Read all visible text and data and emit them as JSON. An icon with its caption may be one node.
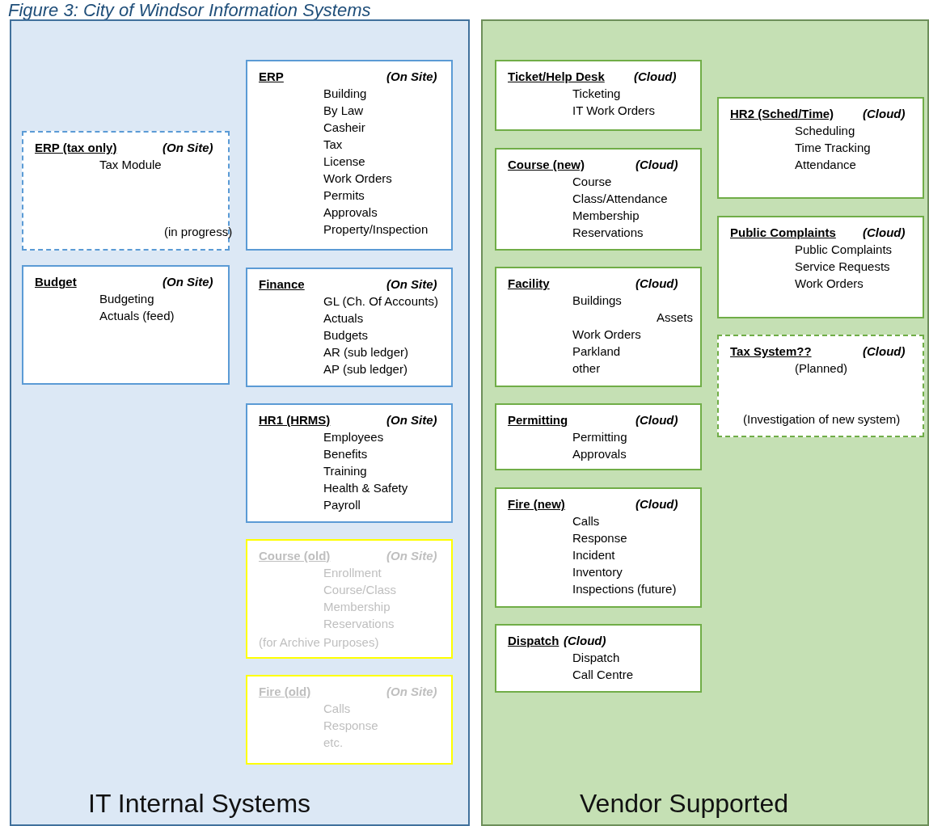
{
  "diagram": {
    "title": "Figure 3: City of Windsor Information Systems",
    "nodes": [
      {
        "text": [
          "IT Internal Systems"
        ]
      },
      {
        "text": [
          "ERP",
          "(On Site)",
          "Building",
          "By Law",
          "Casheir",
          "Tax",
          "License",
          "Work Orders",
          "Permits",
          "Approvals",
          "Property/Inspection"
        ],
        "in": 0
      },
      {
        "text": [
          "ERP (tax only)",
          "(On Site)",
          "Tax Module",
          "(in progress)"
        ],
        "in": 0
      },
      {
        "text": [
          "Budget",
          "(On Site)",
          "Budgeting",
          "Actuals (feed)"
        ],
        "in": 0
      },
      {
        "text": [
          "Finance",
          "(On Site)",
          "GL (Ch. Of Accounts)",
          "Actuals",
          "Budgets",
          "AR (sub ledger)",
          "AP (sub ledger)"
        ],
        "in": 0
      },
      {
        "text": [
          "HR1 (HRMS)",
          "(On Site)",
          "Employees",
          "Benefits",
          "Training",
          "Health & Safety",
          "Payroll"
        ],
        "in": 0
      },
      {
        "text": [
          "Course (old)",
          "(On Site)",
          "Enrollment",
          "Course/Class",
          "Membership",
          "Reservations",
          "(for Archive Purposes)"
        ],
        "in": 0
      },
      {
        "text": [
          "Fire (old)",
          "(On Site)",
          "Calls",
          "Response",
          "etc."
        ],
        "in": 0
      },
      {
        "text": [
          "Vendor Supported"
        ]
      },
      {
        "text": [
          "Ticket/Help Desk",
          "(Cloud)",
          "Ticketing",
          "IT Work Orders"
        ],
        "in": 8
      },
      {
        "text": [
          "HR2 (Sched/Time)",
          "(Cloud)",
          "Scheduling",
          "Time Tracking",
          "Attendance"
        ],
        "in": 8
      },
      {
        "text": [
          "Course (new)",
          "(Cloud)",
          "Course",
          "Class/Attendance",
          "Membership",
          "Reservations"
        ],
        "in": 8
      },
      {
        "text": [
          "Public Complaints",
          "(Cloud)",
          "Public Complaints",
          "Service Requests",
          "Work Orders"
        ],
        "in": 8
      },
      {
        "text": [
          "Facility",
          "(Cloud)",
          "Buildings",
          "Assets",
          "Work Orders",
          "Parkland",
          "other"
        ],
        "in": 8
      },
      {
        "text": [
          "Tax System??",
          "(Cloud)",
          "(Planned)",
          "(Investigation of new system)"
        ],
        "in": 8
      },
      {
        "text": [
          "Permitting",
          "(Cloud)",
          "Permitting",
          "Approvals"
        ],
        "in": 8
      },
      {
        "text": [
          "Fire (new)",
          "(Cloud)",
          "Calls",
          "Response",
          "Incident",
          "Inventory",
          "Inspections (future)"
        ],
        "in": 8
      },
      {
        "text": [
          "Dispatch",
          "(Cloud)",
          "Dispatch",
          "Call Centre"
        ],
        "in": 8
      }
    ]
  }
}
